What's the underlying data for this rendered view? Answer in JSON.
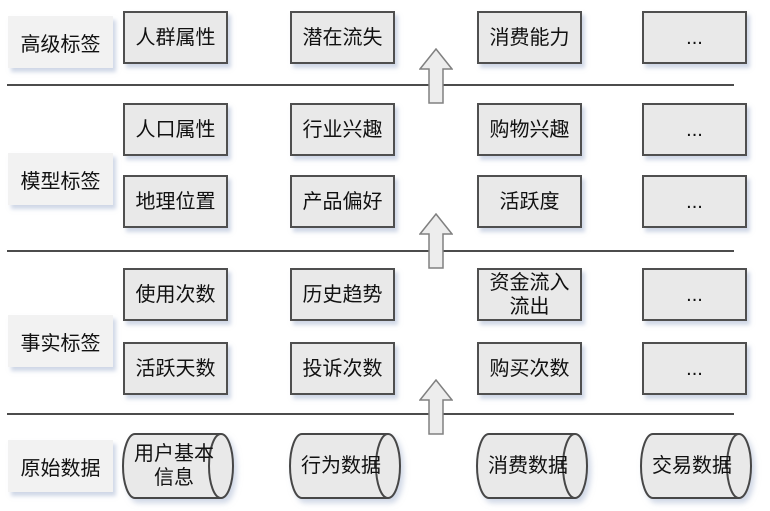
{
  "layers": [
    {
      "label": "高级标签",
      "boxes": [
        [
          "人群属性",
          "潜在流失",
          "消费能力",
          "..."
        ]
      ]
    },
    {
      "label": "模型标签",
      "boxes": [
        [
          "人口属性",
          "行业兴趣",
          "购物兴趣",
          "..."
        ],
        [
          "地理位置",
          "产品偏好",
          "活跃度",
          "..."
        ]
      ]
    },
    {
      "label": "事实标签",
      "boxes": [
        [
          "使用次数",
          "历史趋势",
          "资金流入\n流出",
          "..."
        ],
        [
          "活跃天数",
          "投诉次数",
          "购买次数",
          "..."
        ]
      ]
    },
    {
      "label": "原始数据",
      "cylinders": [
        "用户基本\n信息",
        "行为数据",
        "消费数据",
        "交易数据"
      ]
    }
  ],
  "icons": {
    "up_arrow": "⇧",
    "database_cylinder": "⛁"
  },
  "colors": {
    "background": "#ffffff",
    "box_fill": "#e9e9e9",
    "box_border": "#4f4f4f",
    "label_fill": "#f2f2f2",
    "arrow_fill": "#ededed",
    "arrow_border": "#808080",
    "divider_line": "#4c4c4c",
    "shadow": "#a8b6d2",
    "text": "#111111"
  }
}
